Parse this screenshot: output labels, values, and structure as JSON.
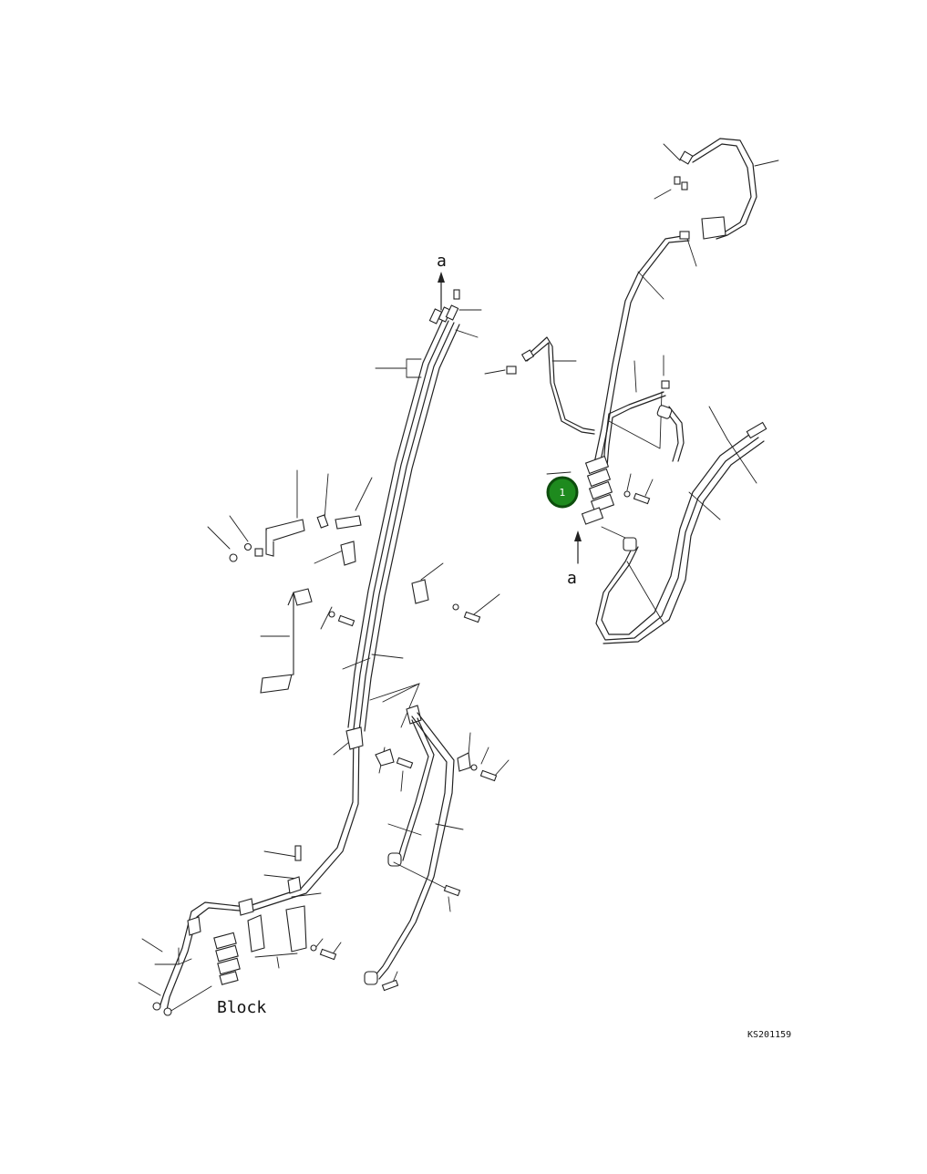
{
  "diagram": {
    "view_arrow_label_top": "a",
    "view_arrow_label_bottom": "a",
    "block_label": "Block",
    "drawing_code": "KS201159"
  },
  "callout": {
    "number": "1",
    "fill_color": "#1e8a1e",
    "ring_color": "#0d4d0d",
    "text_color": "#ffffff"
  }
}
